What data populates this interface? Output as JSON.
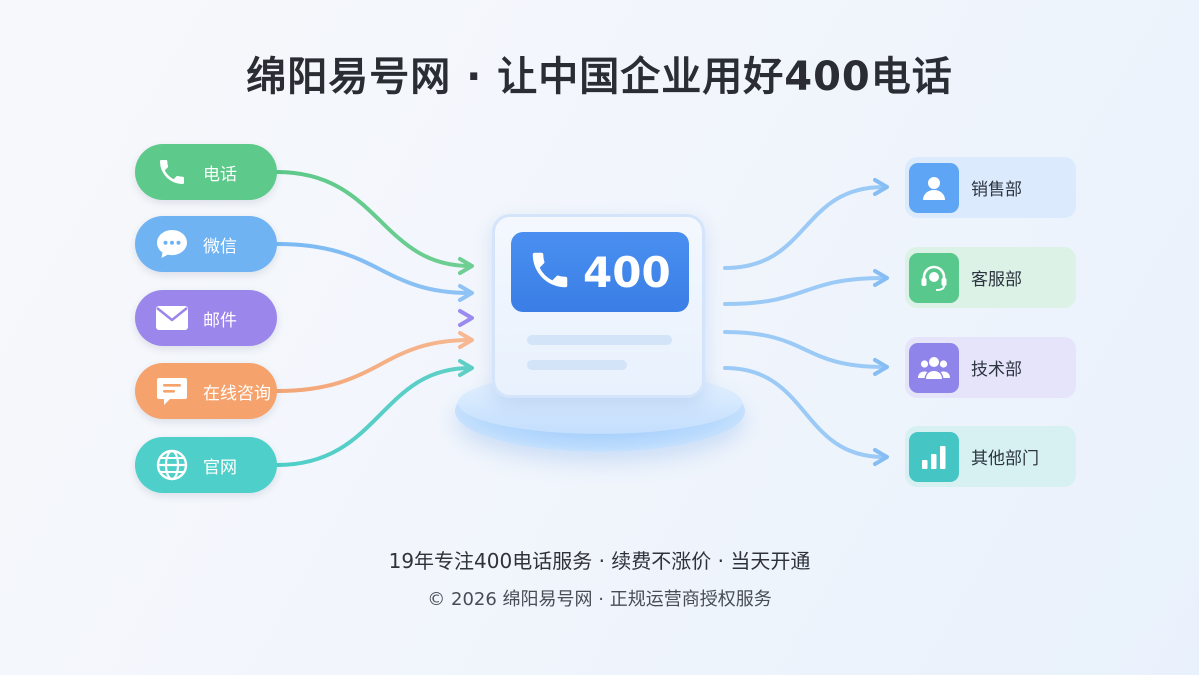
{
  "title": "绵阳易号网 · 让中国企业用好400电话",
  "channels": [
    {
      "label": "电话",
      "icon": "phone-icon",
      "color": "#5dc98a"
    },
    {
      "label": "微信",
      "icon": "chat-bubble-icon",
      "color": "#6fb3f2"
    },
    {
      "label": "邮件",
      "icon": "envelope-icon",
      "color": "#9b86ec"
    },
    {
      "label": "在线咨询",
      "icon": "message-icon",
      "color": "#f6a26c"
    },
    {
      "label": "官网",
      "icon": "globe-icon",
      "color": "#4fcfc9"
    }
  ],
  "hub": {
    "number": "400",
    "icon": "phone-icon",
    "color": "#3f84ea"
  },
  "departments": [
    {
      "label": "销售部",
      "icon": "user-icon",
      "tile_color": "#5ea6f5",
      "bg_color": "#dbeafd"
    },
    {
      "label": "客服部",
      "icon": "headset-icon",
      "tile_color": "#58c88d",
      "bg_color": "#dcf2e6"
    },
    {
      "label": "技术部",
      "icon": "team-icon",
      "tile_color": "#8f84ea",
      "bg_color": "#e6e4fb"
    },
    {
      "label": "其他部门",
      "icon": "bar-chart-icon",
      "tile_color": "#45c5c4",
      "bg_color": "#d7f1f2"
    }
  ],
  "footer": {
    "tagline": "19年专注400电话服务 · 续费不涨价 · 当天开通",
    "copyright": "© 2026 绵阳易号网 · 正规运营商授权服务"
  }
}
